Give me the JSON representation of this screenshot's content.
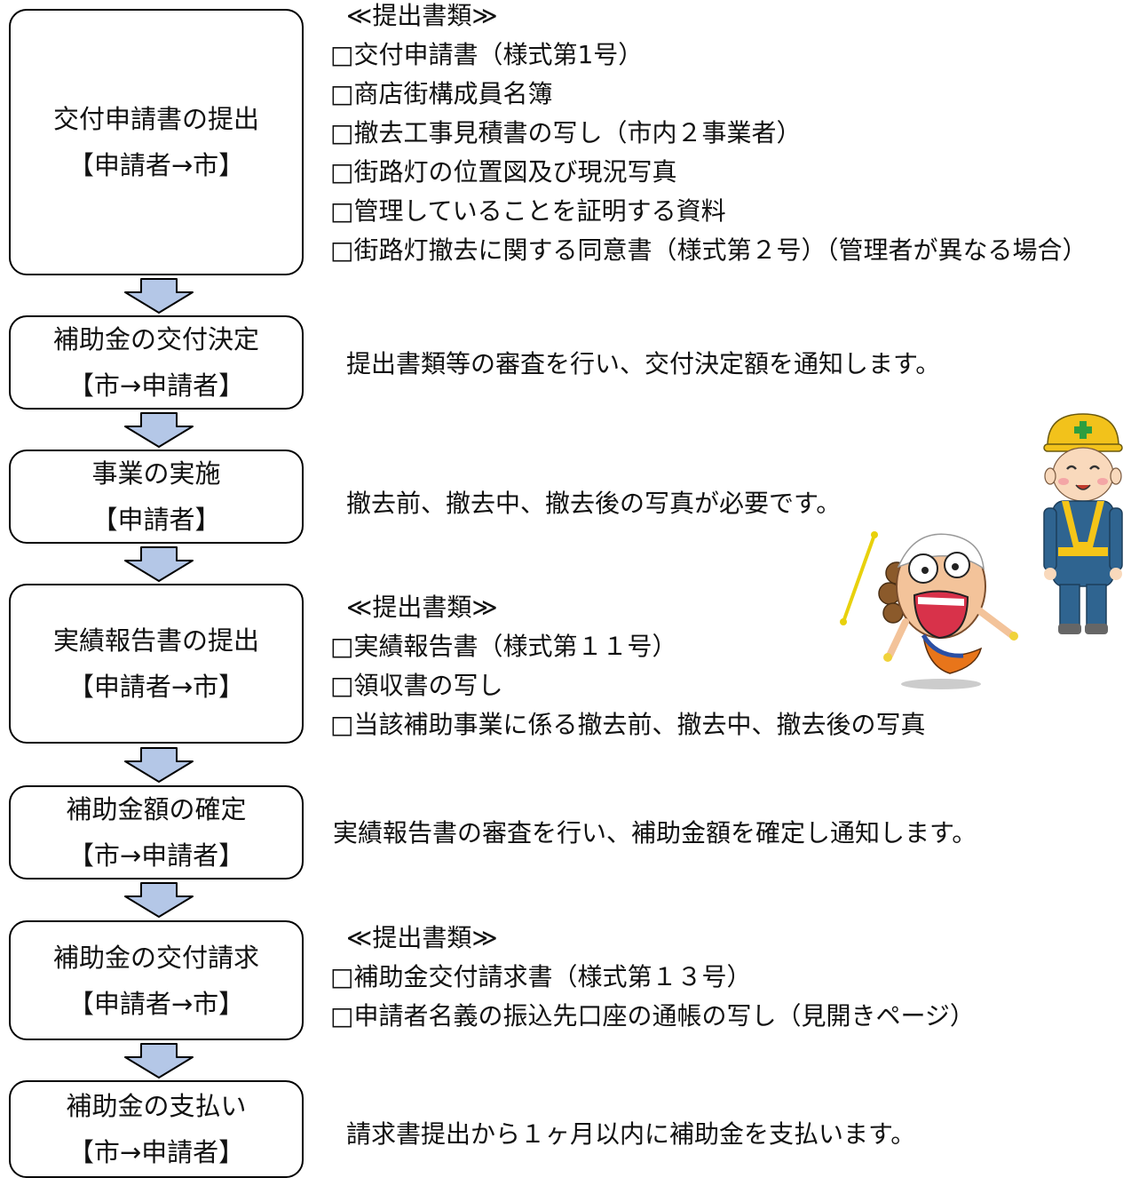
{
  "steps": [
    {
      "title": "交付申請書の提出",
      "actor": "【申請者→市】"
    },
    {
      "title": "補助金の交付決定",
      "actor": "【市→申請者】"
    },
    {
      "title": "事業の実施",
      "actor": "【申請者】"
    },
    {
      "title": "実績報告書の提出",
      "actor": "【申請者→市】"
    },
    {
      "title": "補助金額の確定",
      "actor": "【市→申請者】"
    },
    {
      "title": "補助金の交付請求",
      "actor": "【申請者→市】"
    },
    {
      "title": "補助金の支払い",
      "actor": "【市→申請者】"
    }
  ],
  "details": {
    "step1": {
      "heading": "≪提出書類≫",
      "items": [
        "□交付申請書（様式第1号）",
        "□商店街構成員名簿",
        "□撤去工事見積書の写し（市内２事業者）",
        "□街路灯の位置図及び現況写真",
        "□管理していることを証明する資料",
        "□街路灯撤去に関する同意書（様式第２号）（管理者が異なる場合）"
      ]
    },
    "step2": "提出書類等の審査を行い、交付決定額を通知します。",
    "step3": "撤去前、撤去中、撤去後の写真が必要です。",
    "step4": {
      "heading": "≪提出書類≫",
      "items": [
        "□実績報告書（様式第１１号）",
        "□領収書の写し",
        "□当該補助事業に係る撤去前、撤去中、撤去後の写真"
      ]
    },
    "step5": "実績報告書の審査を行い、補助金額を確定し通知します。",
    "step6": {
      "heading": "≪提出書類≫",
      "items": [
        "□補助金交付請求書（様式第１３号）",
        "□申請者名義の振込先口座の通帳の写し（見開きページ）"
      ]
    },
    "step7": "請求書提出から１ヶ月以内に補助金を支払います。"
  },
  "colors": {
    "arrow_fill": "#b4c7e7",
    "border": "#000000"
  },
  "icons": [
    "down-arrow-icon",
    "worker-illustration",
    "panicking-god-illustration"
  ]
}
